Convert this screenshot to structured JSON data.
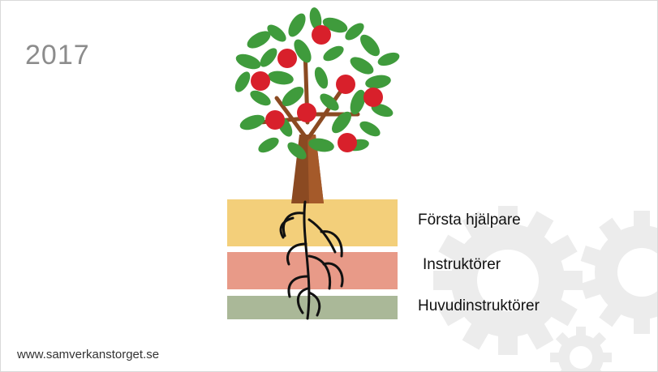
{
  "slide": {
    "year": "2017",
    "footer_url": "www.samverkanstorget.se"
  },
  "levels": [
    {
      "label": "Första hjälpare",
      "color": "#f3cf7a"
    },
    {
      "label": "Instruktörer",
      "color": "#e89a88"
    },
    {
      "label": "Huvudinstruktörer",
      "color": "#aab898"
    }
  ],
  "illustration": {
    "name": "apple-tree-with-roots",
    "leaf_color": "#3f9b3c",
    "apple_color": "#d8202b",
    "trunk_color": "#8b4a22",
    "root_color": "#111111",
    "gear_color": "#ececec"
  }
}
